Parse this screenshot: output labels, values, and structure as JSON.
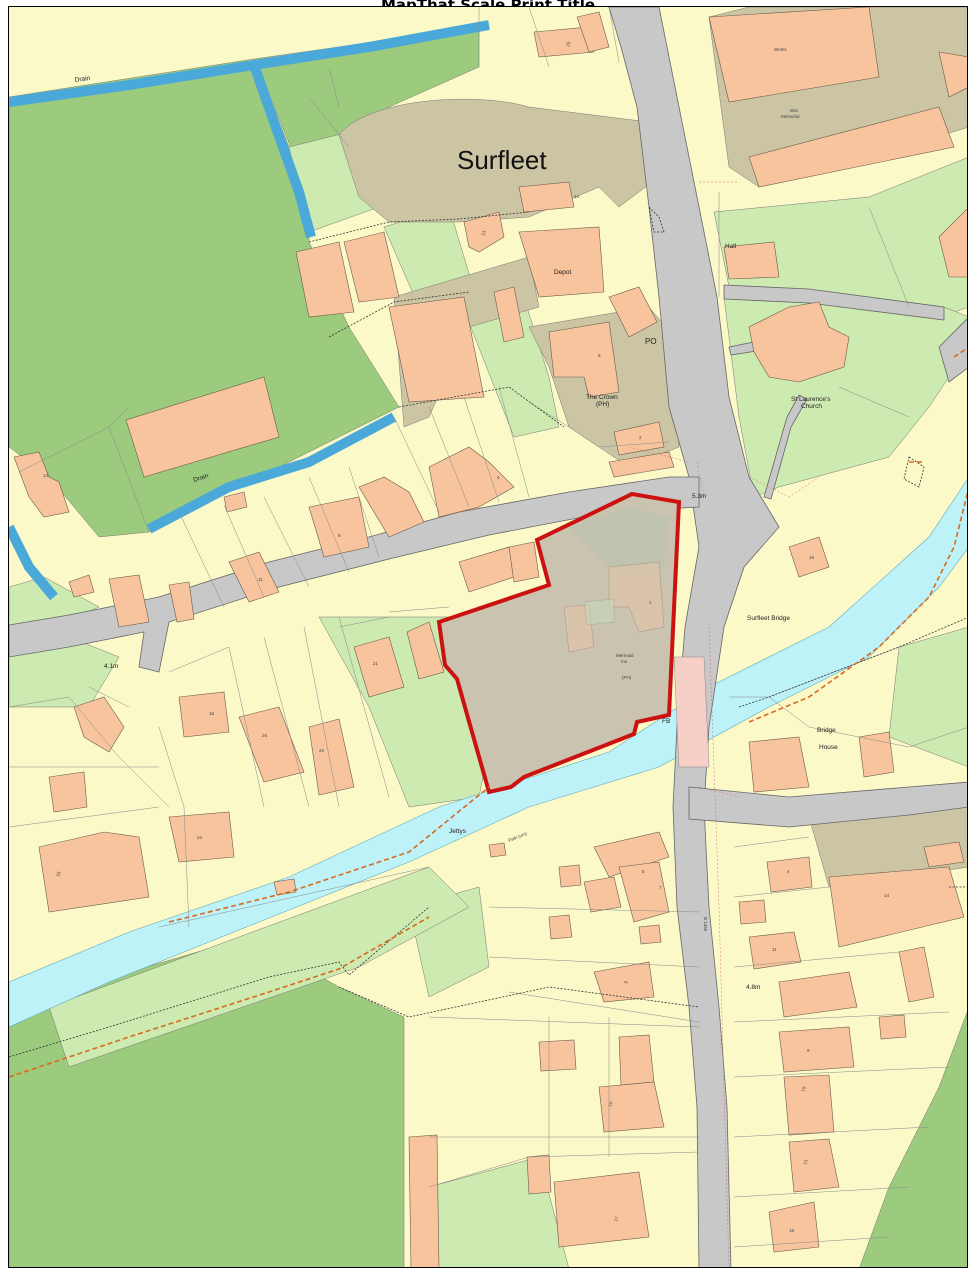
{
  "header": {
    "title": "MapThat Scale Print Title"
  },
  "labels": {
    "place_name": "Surfleet",
    "drain_north": "Drain",
    "drain_south": "Drain",
    "works": "Works",
    "war_memorial": "War\nMemorial",
    "depot": "Depot",
    "hall": "Hall",
    "po": "PO",
    "the_crown": "The Crown\n(PH)",
    "church": "St Laurence's\nChurch",
    "spot_height_1": "5.3m",
    "spot_height_2": "4.1m",
    "spot_height_3": "4.8m",
    "surfleet_bridge": "Surfleet Bridge",
    "bridge_house": "Bridge\nHouse",
    "fb": "FB",
    "jettys": "Jettys",
    "path": "Path (um)",
    "road_number": "B 1356",
    "site_name": "Mermaid\nInn",
    "site_ph": "(PH)"
  },
  "house_numbers": [
    "20",
    "13",
    "14",
    "8",
    "2",
    "4",
    "9",
    "11",
    "21",
    "14",
    "22",
    "16",
    "26",
    "24",
    "18",
    "8",
    "5",
    "7",
    "4",
    "10",
    "14",
    "19",
    "13",
    "9",
    "11",
    "15",
    "17",
    "19",
    "1"
  ],
  "colors": {
    "building": "#f7c49e",
    "road": "#c8c8c8",
    "water": "#bdf2f8",
    "grass": "#cdeab1",
    "field": "#9ccb7e",
    "site_boundary": "#cc1111",
    "footpath": "#d9691e"
  }
}
